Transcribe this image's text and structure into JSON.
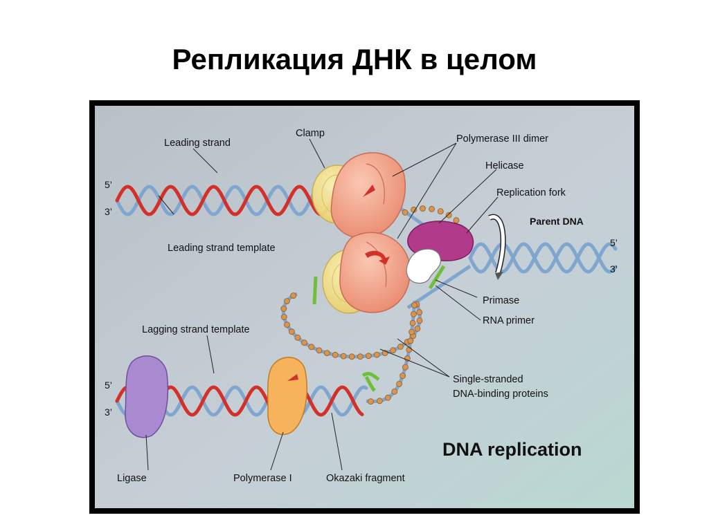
{
  "slide": {
    "title": "Репликация ДНК в целом"
  },
  "figure": {
    "caption": "DNA replication",
    "labels": {
      "leading_strand": "Leading strand",
      "clamp": "Clamp",
      "polymerase_iii_dimer": "Polymerase III dimer",
      "helicase": "Helicase",
      "replication_fork": "Replication fork",
      "parent_dna": "Parent DNA",
      "leading_strand_template": "Leading strand template",
      "primase": "Primase",
      "rna_primer": "RNA primer",
      "lagging_strand_template": "Lagging strand template",
      "ssb_line1": "Single-stranded",
      "ssb_line2": "DNA-binding proteins",
      "ligase": "Ligase",
      "polymerase_i": "Polymerase I",
      "okazaki_fragment": "Okazaki fragment"
    },
    "strand_ends": {
      "top_left_5": "5’",
      "top_left_3": "3’",
      "right_5": "5’",
      "right_3": "3’",
      "bottom_left_5": "5’",
      "bottom_left_3": "3’"
    },
    "colors": {
      "template_strand": "#7fa6cf",
      "new_strand": "#d4302a",
      "rna_primer": "#6fbf3a",
      "clamp": "#f3e08a",
      "polymerase_iii": "#f4a98f",
      "helicase": "#b23a8a",
      "primase": "#ffffff",
      "ssb": "#d9954f",
      "ligase": "#a98ad0",
      "polymerase_i": "#f7b35c",
      "background": "#c3ccd4"
    }
  }
}
